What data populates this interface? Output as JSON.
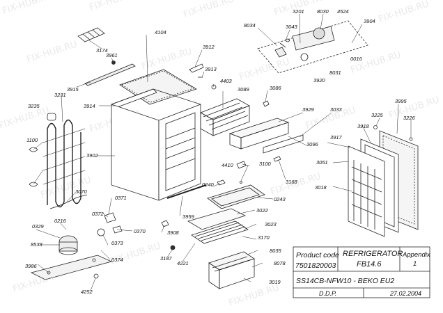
{
  "watermark": "FIX-HUB.RU",
  "title_block": {
    "product_code_label": "Product code",
    "product_code": "7501820003",
    "product_type": "REFRIGERATOR",
    "model": "FB14.6",
    "appendix_label": "Appendix",
    "appendix_no": "1",
    "model_code": "SS14CB-NFW10 - BEKO EU2",
    "author": "D.D.P.",
    "date": "27.02.2004"
  },
  "parts": [
    "3174",
    "3961",
    "3915",
    "4104",
    "3912",
    "3913",
    "4403",
    "3089",
    "3086",
    "3201",
    "8030",
    "4524",
    "3904",
    "8034",
    "3043",
    "0016",
    "8031",
    "3920",
    "3231",
    "3235",
    "3914",
    "3929",
    "3033",
    "3225",
    "3995",
    "3226",
    "3918",
    "3917",
    "1100",
    "3902",
    "3096",
    "3051",
    "4410",
    "3100",
    "3168",
    "3018",
    "3070",
    "0371",
    "0240",
    "0243",
    "0372",
    "0216",
    "3959",
    "3022",
    "0329",
    "0370",
    "0373",
    "3908",
    "3023",
    "8538",
    "0374",
    "3170",
    "3187",
    "4221",
    "8035",
    "8078",
    "3986",
    "3019",
    "4252"
  ],
  "colors": {
    "line": "#222222",
    "watermark": "#e9e9e9",
    "background": "#ffffff"
  }
}
